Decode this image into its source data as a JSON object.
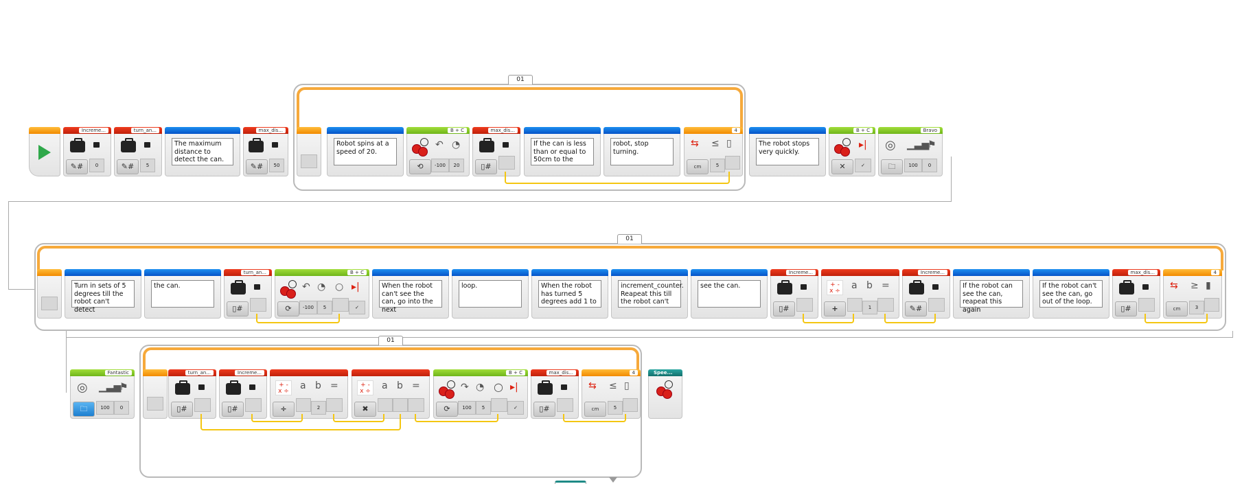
{
  "app": "LEGO MINDSTORMS EV3 Program",
  "loops": [
    {
      "label": "01"
    },
    {
      "label": "01"
    },
    {
      "label": "01"
    }
  ],
  "row1": {
    "start": {
      "name": "start"
    },
    "var1": {
      "tag": "Increme...",
      "value": "0"
    },
    "var2": {
      "tag": "turn_an...",
      "value": "5"
    },
    "comment1": "The maximum distance to detect the can.",
    "var3": {
      "tag": "max_dis...",
      "value": "50"
    },
    "comment2": "Robot spins at a speed of 20.",
    "steer": {
      "tag": "B + C",
      "steering": "-100",
      "power": "20"
    },
    "var4": {
      "tag": "max_dis..."
    },
    "comment3": "If the can is less than or equal to 50cm to the",
    "comment4": "robot, stop turning.",
    "loopexit": {
      "tag": "4",
      "value": "5",
      "compare": "≤",
      "unit": "cm"
    },
    "comment5": "The robot stops very quickly.",
    "stop": {
      "tag": "B + C"
    },
    "sound": {
      "tag": "Bravo",
      "volume": "100",
      "play": "0"
    }
  },
  "row2": {
    "comment1": "Turn in sets of 5 degrees till the robot can't detect",
    "comment2": "the can.",
    "var1": {
      "tag": "turn_an..."
    },
    "steer": {
      "tag": "B + C",
      "steering": "-100",
      "power": "5"
    },
    "comment3": "When the robot can't see the can, go into the next",
    "comment4": "loop.",
    "comment5": "When the robot has turned 5 degrees add 1 to",
    "comment6": "increment_counter. Reapeat this till the robot can't",
    "comment7": "see the can.",
    "var2": {
      "tag": "Increme..."
    },
    "math": {
      "a": "a",
      "b": "b",
      "eq": "=",
      "bval": "1",
      "op": "+"
    },
    "var3": {
      "tag": "Increme..."
    },
    "comment8": "If the robot can see the can, reapeat this again",
    "comment9": "If the robot can't see the can, go out of the loop.",
    "var4": {
      "tag": "max_dis..."
    },
    "loopexit": {
      "tag": "4",
      "value": "3",
      "compare": "≥",
      "unit": "cm"
    }
  },
  "row3": {
    "sound": {
      "tag": "Fantastic",
      "volume": "100",
      "play": "0"
    },
    "var1": {
      "tag": "turn_an..."
    },
    "var2": {
      "tag": "Increme..."
    },
    "math1": {
      "a": "a",
      "b": "b",
      "eq": "=",
      "bval": "2",
      "op": "÷"
    },
    "math2": {
      "a": "a",
      "b": "b",
      "eq": "=",
      "op": "✖"
    },
    "steer": {
      "tag": "B + C",
      "steering": "100",
      "power": "5"
    },
    "var3": {
      "tag": "max_dis..."
    },
    "loopexit": {
      "tag": "4",
      "value": "5",
      "compare": "≤",
      "unit": "cm"
    },
    "speed": {
      "tag": "Spee..."
    }
  },
  "colors": {
    "loop": "#f6a93b",
    "data_wire": "#f4c612",
    "comment": "#0553c8",
    "action": "#6fb51a",
    "data": "#c0200a"
  }
}
